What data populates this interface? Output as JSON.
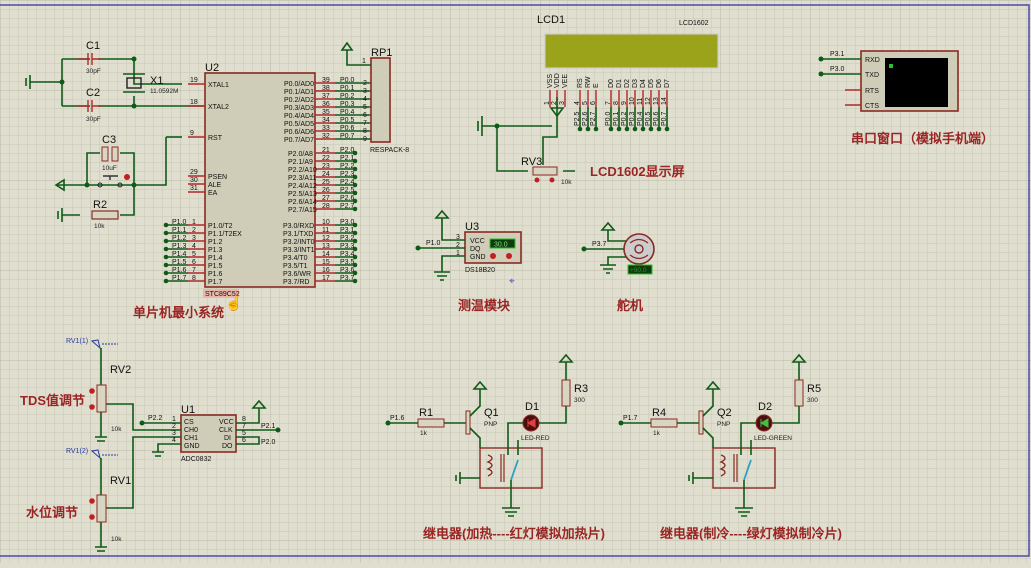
{
  "app": "Proteus ISIS schematic",
  "colors": {
    "wire": "#0f5a18",
    "pin": "#b02828",
    "body": "#cfcdb8",
    "title": "#9a2525",
    "grid": "#e0dfcf",
    "border": "#4a4aa8",
    "lcd": "#9aa31a"
  },
  "sections": {
    "mcu": "单片机最小系统",
    "lcd": "LCD1602显示屏",
    "uart": "串口窗口（模拟手机端）",
    "temp": "测温模块",
    "servo": "舵机",
    "tds": "TDS值调节",
    "water": "水位调节",
    "relay_heat": "继电器(加热----红灯模拟加热片)",
    "relay_cool": "继电器(制冷----绿灯模拟制冷片)"
  },
  "mcu": {
    "ref": "U2",
    "part": "STC89C52",
    "left_pins": [
      {
        "num": "19",
        "name": "XTAL1"
      },
      {
        "num": "18",
        "name": "XTAL2"
      },
      {
        "num": "9",
        "name": "RST"
      },
      {
        "num": "29",
        "name": "PSEN"
      },
      {
        "num": "30",
        "name": "ALE"
      },
      {
        "num": "31",
        "name": "EA"
      }
    ],
    "p1_pins": [
      {
        "num": "1",
        "name": "P1.0/T2",
        "net": "P1.0"
      },
      {
        "num": "2",
        "name": "P1.1/T2EX",
        "net": "P1.1"
      },
      {
        "num": "3",
        "name": "P1.2",
        "net": "P1.2"
      },
      {
        "num": "4",
        "name": "P1.3",
        "net": "P1.3"
      },
      {
        "num": "5",
        "name": "P1.4",
        "net": "P1.4"
      },
      {
        "num": "6",
        "name": "P1.5",
        "net": "P1.5"
      },
      {
        "num": "7",
        "name": "P1.6",
        "net": "P1.6"
      },
      {
        "num": "8",
        "name": "P1.7",
        "net": "P1.7"
      }
    ],
    "p0_pins": [
      {
        "num": "39",
        "name": "P0.0/AD0",
        "net": "P0.0",
        "rp": "2"
      },
      {
        "num": "38",
        "name": "P0.1/AD1",
        "net": "P0.1",
        "rp": "3"
      },
      {
        "num": "37",
        "name": "P0.2/AD2",
        "net": "P0.2",
        "rp": "4"
      },
      {
        "num": "36",
        "name": "P0.3/AD3",
        "net": "P0.3",
        "rp": "5"
      },
      {
        "num": "35",
        "name": "P0.4/AD4",
        "net": "P0.4",
        "rp": "6"
      },
      {
        "num": "34",
        "name": "P0.5/AD5",
        "net": "P0.5",
        "rp": "7"
      },
      {
        "num": "33",
        "name": "P0.6/AD6",
        "net": "P0.6",
        "rp": "8"
      },
      {
        "num": "32",
        "name": "P0.7/AD7",
        "net": "P0.7",
        "rp": "9"
      }
    ],
    "p2_pins": [
      {
        "num": "21",
        "name": "P2.0/A8",
        "net": "P2.0"
      },
      {
        "num": "22",
        "name": "P2.1/A9",
        "net": "P2.1"
      },
      {
        "num": "23",
        "name": "P2.2/A10",
        "net": "P2.2"
      },
      {
        "num": "24",
        "name": "P2.3/A11",
        "net": "P2.3"
      },
      {
        "num": "25",
        "name": "P2.4/A12",
        "net": "P2.4"
      },
      {
        "num": "26",
        "name": "P2.5/A13",
        "net": "P2.5"
      },
      {
        "num": "27",
        "name": "P2.6/A14",
        "net": "P2.6"
      },
      {
        "num": "28",
        "name": "P2.7/A15",
        "net": "P2.7"
      }
    ],
    "p3_pins": [
      {
        "num": "10",
        "name": "P3.0/RXD",
        "net": "P3.0"
      },
      {
        "num": "11",
        "name": "P3.1/TXD",
        "net": "P3.1"
      },
      {
        "num": "12",
        "name": "P3.2/INT0",
        "net": "P3.2"
      },
      {
        "num": "13",
        "name": "P3.3/INT1",
        "net": "P3.3"
      },
      {
        "num": "14",
        "name": "P3.4/T0",
        "net": "P3.4"
      },
      {
        "num": "15",
        "name": "P3.5/T1",
        "net": "P3.5"
      },
      {
        "num": "16",
        "name": "P3.6/WR",
        "net": "P3.6"
      },
      {
        "num": "17",
        "name": "P3.7/RD",
        "net": "P3.7"
      }
    ]
  },
  "rp1": {
    "ref": "RP1",
    "part": "RESPACK-8",
    "pin1": "1"
  },
  "crystal": {
    "ref": "X1",
    "value": "11.0592M"
  },
  "c1": {
    "ref": "C1",
    "value": "30pF"
  },
  "c2": {
    "ref": "C2",
    "value": "30pF"
  },
  "c3": {
    "ref": "C3",
    "value": "10uF"
  },
  "r2": {
    "ref": "R2",
    "value": "10k"
  },
  "lcd": {
    "ref": "LCD1",
    "part": "LCD1602",
    "pins": [
      {
        "name": "VSS",
        "num": "1",
        "net": ""
      },
      {
        "name": "VDD",
        "num": "2",
        "net": ""
      },
      {
        "name": "VEE",
        "num": "3",
        "net": ""
      },
      {
        "name": "RS",
        "num": "4",
        "net": "P2.5"
      },
      {
        "name": "RW",
        "num": "5",
        "net": "P2.6"
      },
      {
        "name": "E",
        "num": "6",
        "net": "P2.7"
      },
      {
        "name": "D0",
        "num": "7",
        "net": "P0.0"
      },
      {
        "name": "D1",
        "num": "8",
        "net": "P0.1"
      },
      {
        "name": "D2",
        "num": "9",
        "net": "P0.2"
      },
      {
        "name": "D3",
        "num": "10",
        "net": "P0.3"
      },
      {
        "name": "D4",
        "num": "11",
        "net": "P0.4"
      },
      {
        "name": "D5",
        "num": "12",
        "net": "P0.5"
      },
      {
        "name": "D6",
        "num": "13",
        "net": "P0.6"
      },
      {
        "name": "D7",
        "num": "14",
        "net": "P0.7"
      }
    ]
  },
  "rv3": {
    "ref": "RV3",
    "value": "10k"
  },
  "uart": {
    "pins": [
      "RXD",
      "TXD",
      "RTS",
      "CTS"
    ],
    "rxd_net": "P3.1",
    "txd_net": "P3.0"
  },
  "ds18b20": {
    "ref": "U3",
    "part": "DS18B20",
    "reading": "30.0",
    "pins": [
      {
        "num": "3",
        "name": "VCC"
      },
      {
        "num": "2",
        "name": "DQ"
      },
      {
        "num": "1",
        "name": "GND"
      }
    ],
    "net": "P1.0"
  },
  "servo": {
    "net": "P3.7",
    "reading": "+90.0"
  },
  "adc": {
    "ref": "U1",
    "part": "ADC0832",
    "left_pins": [
      {
        "num": "1",
        "name": "CS"
      },
      {
        "num": "2",
        "name": "CH0"
      },
      {
        "num": "3",
        "name": "CH1"
      },
      {
        "num": "4",
        "name": "GND"
      }
    ],
    "right_pins": [
      {
        "num": "8",
        "name": "VCC"
      },
      {
        "num": "7",
        "name": "CLK"
      },
      {
        "num": "5",
        "name": "DI"
      },
      {
        "num": "6",
        "name": "DO"
      }
    ],
    "cs_net": "P2.2",
    "clk_net": "P2.1",
    "dio_net": "P2.0"
  },
  "rv2": {
    "ref": "RV2",
    "value": "10k",
    "probe": "RV1(1)"
  },
  "rv1": {
    "ref": "RV1",
    "value": "10k",
    "probe": "RV1(2)"
  },
  "relay1": {
    "net": "P1.6",
    "r": {
      "ref": "R1",
      "value": "1k"
    },
    "q": {
      "ref": "Q1",
      "type": "PNP"
    },
    "led": {
      "ref": "D1",
      "part": "LED-RED"
    },
    "rl": {
      "ref": "R3",
      "value": "300"
    }
  },
  "relay2": {
    "net": "P1.7",
    "r": {
      "ref": "R4",
      "value": "1k"
    },
    "q": {
      "ref": "Q2",
      "type": "PNP"
    },
    "led": {
      "ref": "D2",
      "part": "LED-GREEN"
    },
    "rl": {
      "ref": "R5",
      "value": "300"
    }
  }
}
